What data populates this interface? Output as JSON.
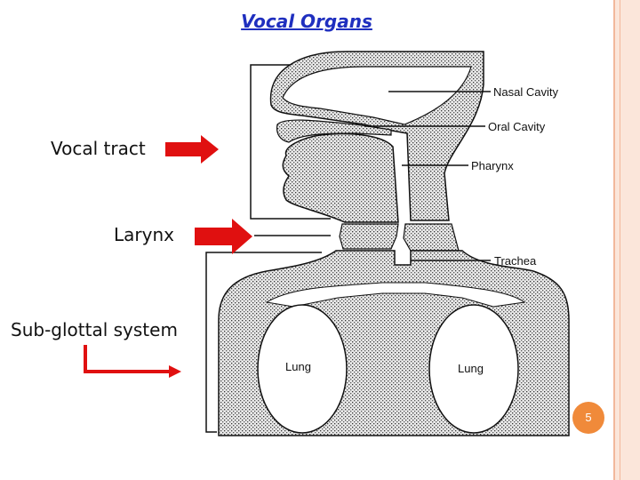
{
  "slide": {
    "title": "Vocal Organs",
    "page_number": "5"
  },
  "side_labels": {
    "vocal_tract": "Vocal tract",
    "larynx": "Larynx",
    "subglottal": "Sub-glottal system"
  },
  "diagram_labels": {
    "nasal_cavity": "Nasal Cavity",
    "oral_cavity": "Oral Cavity",
    "pharynx": "Pharynx",
    "trachea": "Trachea",
    "lung_left": "Lung",
    "lung_right": "Lung"
  },
  "colors": {
    "title": "#1f2fbf",
    "arrow": "#e01010",
    "badge": "#f08a3a",
    "border": "#fbe6da"
  }
}
